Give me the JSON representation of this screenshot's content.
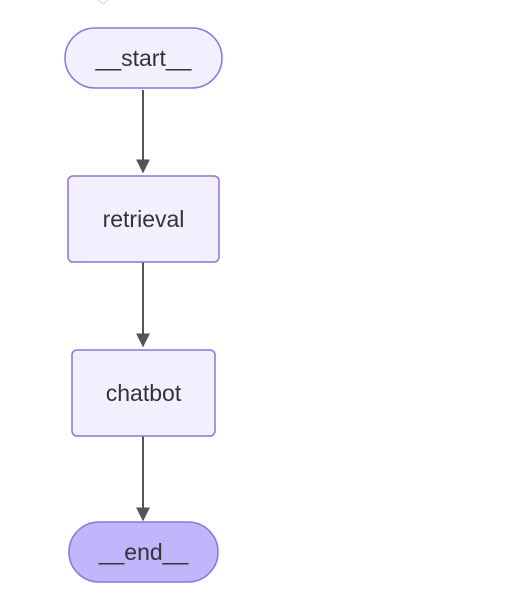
{
  "diagram": {
    "type": "flowchart",
    "direction": "top-to-bottom",
    "colors": {
      "node_fill": "#f2f0ff",
      "node_stroke": "#9370db",
      "terminal_end_fill": "#bfb6fc",
      "edge": "#555555",
      "text": "#333333"
    },
    "nodes": [
      {
        "id": "start",
        "label": "__start__",
        "shape": "stadium"
      },
      {
        "id": "retrieval",
        "label": "retrieval",
        "shape": "rectangle"
      },
      {
        "id": "chatbot",
        "label": "chatbot",
        "shape": "rectangle"
      },
      {
        "id": "end",
        "label": "__end__",
        "shape": "stadium"
      }
    ],
    "edges": [
      {
        "from": "start",
        "to": "retrieval"
      },
      {
        "from": "retrieval",
        "to": "chatbot"
      },
      {
        "from": "chatbot",
        "to": "end"
      }
    ]
  }
}
